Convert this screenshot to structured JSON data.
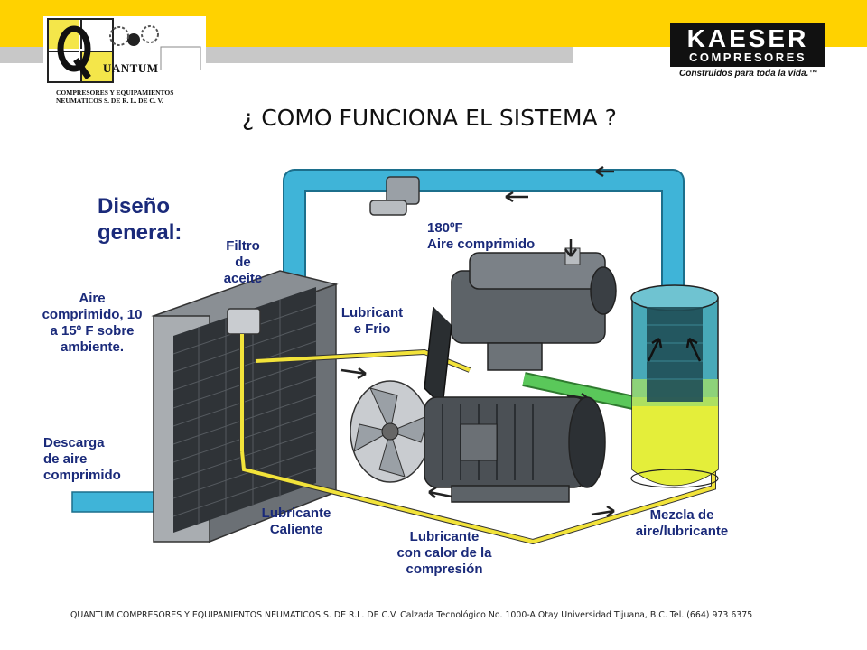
{
  "header": {
    "quantum_logo_name": "UANTUM",
    "quantum_logo_subtitle": "COMPRESORES Y EQUIPAMIENTOS\nNEUMATICOS S. DE R. L. DE C. V.",
    "kaeser_name": "KAESER",
    "kaeser_sub": "COMPRESORES",
    "kaeser_slogan": "Construidos para toda la vida.™"
  },
  "slide": {
    "title": "¿ COMO FUNCIONA EL SISTEMA ?",
    "subtitle": "Diseño\ngeneral:"
  },
  "labels": {
    "filtro": "Filtro\nde\naceite",
    "aire_180": "180ºF\nAire comprimido",
    "aire_ambiente": "Aire\ncomprimido, 10\na 15º F sobre\nambiente.",
    "lubricante_frio": "Lubricant\ne Frio",
    "descarga": "Descarga\nde aire\ncomprimido",
    "lubricante_caliente": "Lubricante\nCaliente",
    "lubricante_calor": "Lubricante\ncon calor de la\ncompresión",
    "mezcla": "Mezcla de\naire/lubricante"
  },
  "footer": {
    "text": "QUANTUM COMPRESORES Y EQUIPAMIENTOS NEUMATICOS S. DE R.L. DE C.V. Calzada Tecnológico No. 1000-A Otay Universidad Tijuana, B.C. Tel. (664) 973 6375"
  },
  "colors": {
    "top_bar": "#ffd200",
    "grey_bar": "#c8c8c8",
    "pipe_blue": "#3fb4d8",
    "pipe_yellow": "#f2e33a",
    "pipe_green": "#5ac85a",
    "label_blue": "#1a2a7a"
  }
}
